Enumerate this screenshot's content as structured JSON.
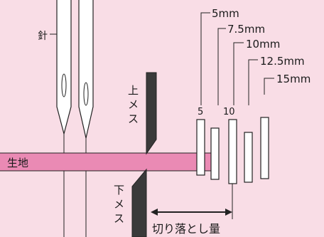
{
  "labels": {
    "needle": "針",
    "fabric": "生地",
    "upper_knife_1": "上",
    "upper_knife_2": "メ",
    "upper_knife_3": "ス",
    "lower_knife_1": "下",
    "lower_knife_2": "メ",
    "lower_knife_3": "ス",
    "cut_amount": "切り落とし量"
  },
  "gauge": {
    "scale_5": "5",
    "scale_10": "10",
    "sizes": [
      "5mm",
      "7.5mm",
      "10mm",
      "12.5mm",
      "15mm"
    ]
  },
  "colors": {
    "background": "#f9dde6",
    "fabric": "#ea8ab4",
    "knife": "#3a3a3a",
    "line": "#222222"
  }
}
